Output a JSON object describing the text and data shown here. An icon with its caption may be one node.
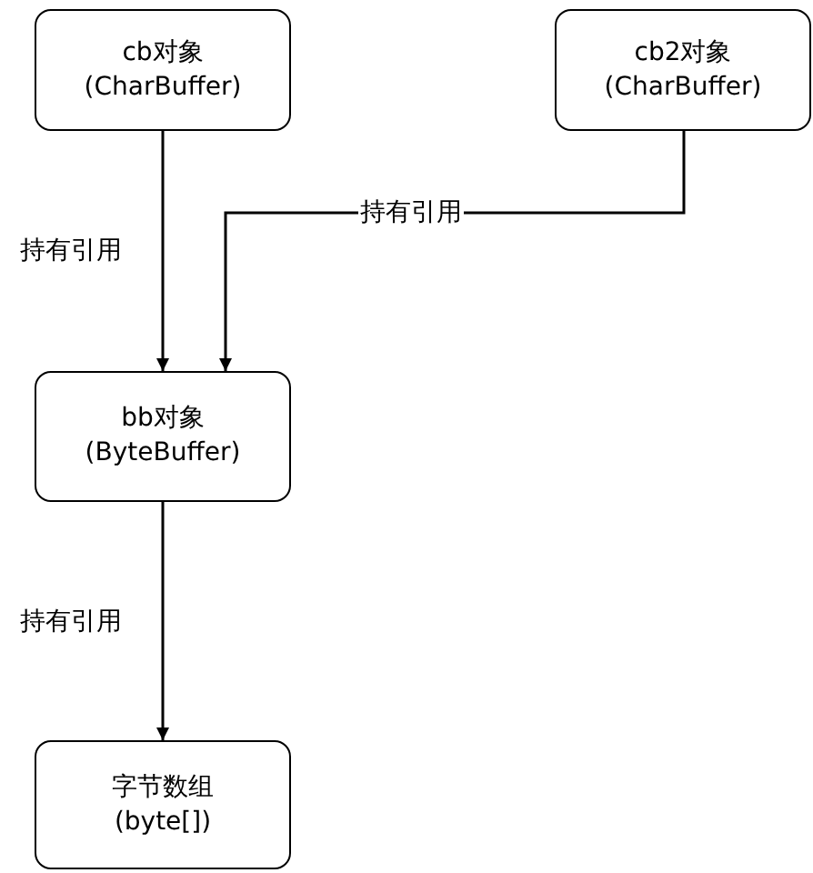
{
  "diagram": {
    "nodes": [
      {
        "text": [
          "cb对象",
          "(CharBuffer)"
        ]
      },
      {
        "text": [
          "cb2对象",
          "(CharBuffer)"
        ]
      },
      {
        "text": [
          "bb对象",
          "(ByteBuffer)"
        ]
      },
      {
        "text": [
          "字节数组",
          "(byte[])"
        ]
      }
    ],
    "edges": [
      {
        "from": 0,
        "to": 2,
        "arrow": "to",
        "label": "持有引用"
      },
      {
        "from": 1,
        "to": 2,
        "arrow": "to",
        "label": "持有引用"
      },
      {
        "from": 2,
        "to": 3,
        "arrow": "to",
        "label": "持有引用"
      }
    ]
  }
}
